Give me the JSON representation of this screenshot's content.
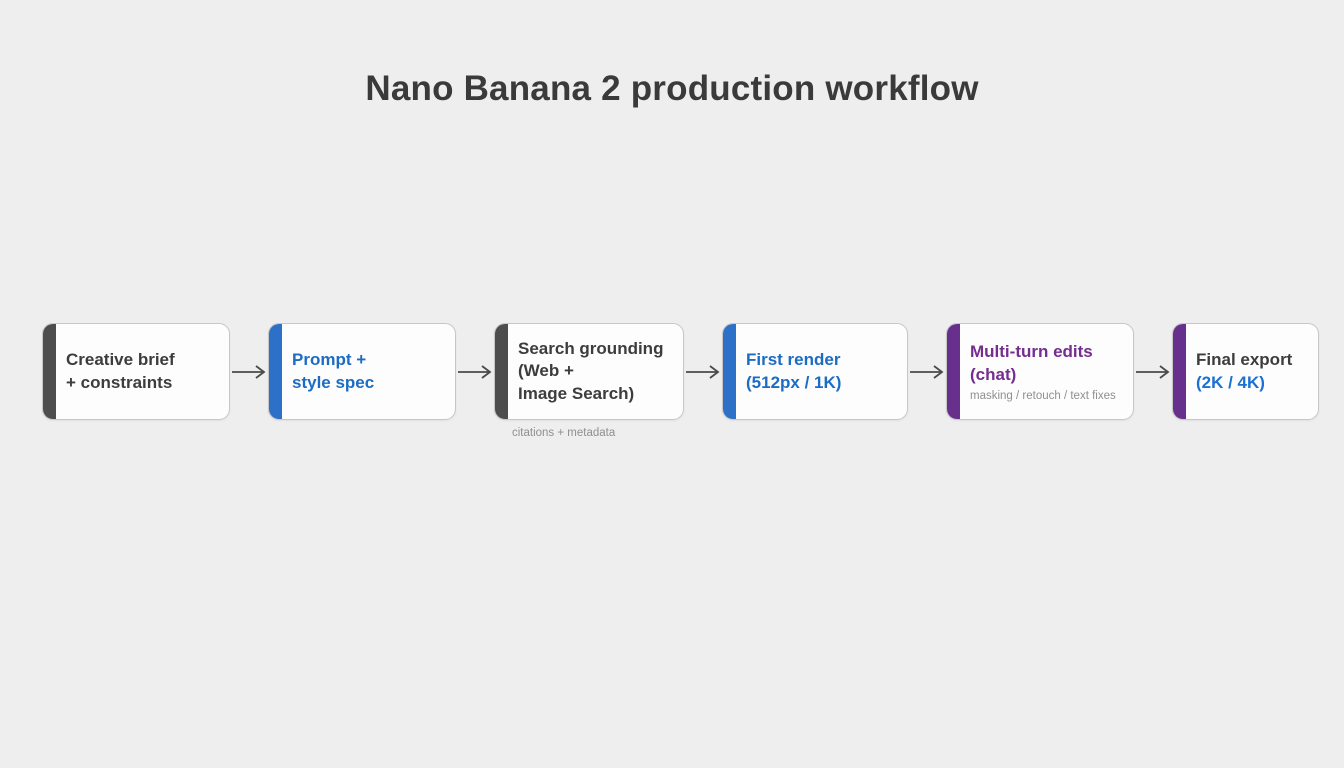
{
  "page": {
    "background": "#eeeeee"
  },
  "title": "Nano Banana 2 production workflow",
  "flow": {
    "arrow_color": "#4a4a4a",
    "steps": [
      {
        "name": "creative-brief",
        "accent": "#4d4d4d",
        "title": "Creative brief\n+ constraints",
        "title_color": "#3d3d3d"
      },
      {
        "name": "prompt-style-spec",
        "accent": "#2d70c8",
        "title": "Prompt +\nstyle spec",
        "title_color": "#1c6cc4"
      },
      {
        "name": "search-grounding",
        "accent": "#4d4d4d",
        "title": "Search grounding\n(Web +\nImage Search)",
        "title_color": "#3d3d3d",
        "caption": "citations + metadata"
      },
      {
        "name": "first-render",
        "accent": "#2d70c8",
        "title": "First render\n(512px / 1K)",
        "title_color": "#1c6cc4"
      },
      {
        "name": "multi-turn-edits",
        "accent": "#66308c",
        "title": "Multi-turn edits\n(chat)",
        "title_color": "#762d90",
        "note": "masking / retouch / text fixes"
      },
      {
        "name": "final-export",
        "accent": "#66308c",
        "title": "Final export",
        "title_color": "#3d3d3d",
        "subtitle": "(2K / 4K)",
        "subtitle_color": "#1a70d4"
      }
    ]
  }
}
